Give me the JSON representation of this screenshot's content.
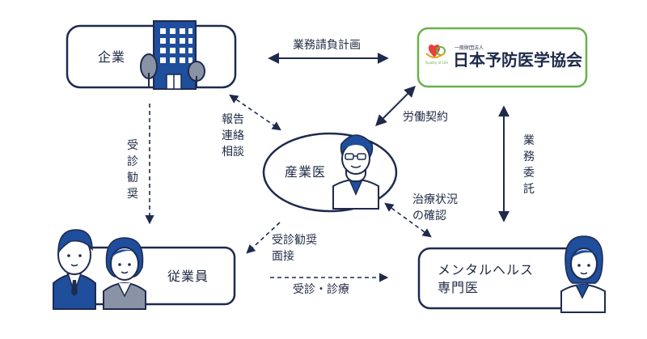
{
  "nodes": {
    "company": "企業",
    "association": {
      "small_caption": "一般財団法人",
      "name": "日本予防医学協会",
      "tagline": "Quality of Life"
    },
    "industrial_doctor": "産業医",
    "employee": "従業員",
    "mental_specialist_line1": "メンタルヘルス",
    "mental_specialist_line2": "専門医"
  },
  "edges": {
    "business_contract": "業務請負計画",
    "report_line1": "報告",
    "report_line2": "連絡",
    "report_line3": "相談",
    "recommend_vertical": "受診勧奨",
    "labor_contract": "労働契約",
    "business_consignment": "業務委託",
    "treatment_line1": "治療状況",
    "treatment_line2": "の確認",
    "recommend_line1": "受診勧奨",
    "recommend_line2": "面接",
    "consult_treatment": "受診・診療"
  },
  "colors": {
    "navy": "#1f2a4d",
    "blue": "#1e4e9c",
    "green": "#6ab14a",
    "gray_figure": "#8a93a6"
  }
}
